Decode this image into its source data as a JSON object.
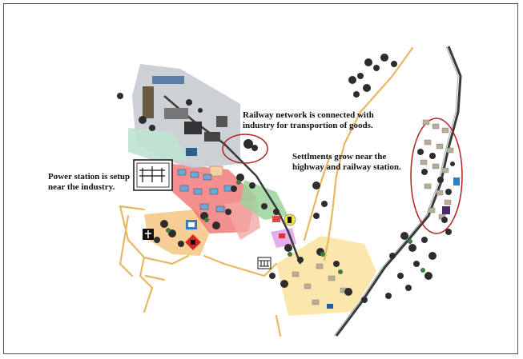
{
  "annotations": {
    "railway": [
      "Railway network is connected with",
      "industry for transportion of goods."
    ],
    "settlements": [
      "Settlments grow near the",
      "highway and railway station."
    ],
    "power": [
      "Power station is setup",
      "near the industry."
    ]
  },
  "colors": {
    "industrial_zone": "#c8ccd2",
    "industrial_green": "#bfe3d2",
    "residential_red": "#f06a6a",
    "residential_pink": "#f4a8a8",
    "orange_zone": "#f5c27a",
    "yellow_zone": "#fbe6a6",
    "green_zone": "#9bd49b",
    "road": "#e8b860",
    "railway": "#3a3a3a",
    "highlight_circle": "#b22222",
    "tree_canopy": "#2d2d2d",
    "tree_leaf": "#3f7a3f"
  },
  "icons": [
    "church-icon",
    "hospital-icon",
    "shop-icon",
    "bank-icon",
    "fuel-station-icon",
    "power-station-icon",
    "school-icon"
  ]
}
